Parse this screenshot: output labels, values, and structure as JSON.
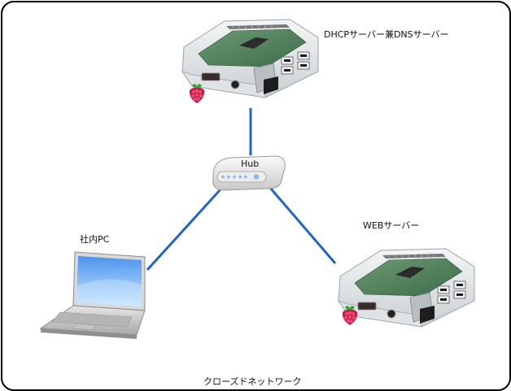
{
  "diagram": {
    "title": "クローズドネットワーク",
    "link_color": "#1f64c8",
    "nodes": {
      "dhcp_dns_server": {
        "label": "DHCPサーバー兼DNSサーバー",
        "device": "raspberry-pi"
      },
      "hub": {
        "label": "Hub",
        "device": "network-hub"
      },
      "office_pc": {
        "label": "社内PC",
        "device": "laptop"
      },
      "web_server": {
        "label": "WEBサーバー",
        "device": "raspberry-pi"
      }
    },
    "links": [
      {
        "from": "hub",
        "to": "dhcp_dns_server"
      },
      {
        "from": "hub",
        "to": "office_pc"
      },
      {
        "from": "hub",
        "to": "web_server"
      }
    ]
  }
}
